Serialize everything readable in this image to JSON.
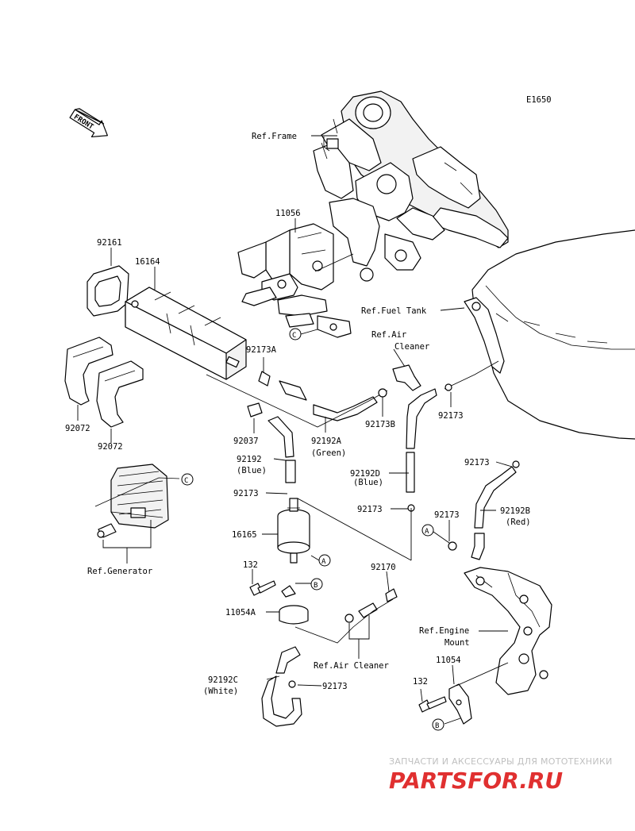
{
  "diagram_id": "E1650",
  "front_marker": "FRONT",
  "callouts": {
    "c_label": "C",
    "a_label": "A",
    "b_label": "B"
  },
  "labels": {
    "ref_frame": "Ref.Frame",
    "p11056": "11056",
    "p92161": "92161",
    "p16164": "16164",
    "ref_fuel_tank": "Ref.Fuel Tank",
    "ref_air_cleaner_top_1": "Ref.Air",
    "ref_air_cleaner_top_2": "Cleaner",
    "p92173A": "92173A",
    "p92173B": "92173B",
    "p92173_right": "92173",
    "p92072_left": "92072",
    "p92072_right": "92072",
    "p92037": "92037",
    "p92192A": "92192A",
    "p92192A_color": "(Green)",
    "p92192": "92192",
    "p92192_color": "(Blue)",
    "p92192D": "92192D",
    "p92192D_color": "(Blue)",
    "p92173_mid_right": "92173",
    "p92173_left": "92173",
    "p92173_center": "92173",
    "p92173_lower": "92173",
    "p92192B": "92192B",
    "p92192B_color": "(Red)",
    "ref_generator": "Ref.Generator",
    "p16165": "16165",
    "p132_left": "132",
    "p92170": "92170",
    "p11054A": "11054A",
    "ref_engine_mount_1": "Ref.Engine",
    "ref_engine_mount_2": "Mount",
    "ref_air_cleaner_bottom": "Ref.Air Cleaner",
    "p11054": "11054",
    "p132_right": "132",
    "p92192C": "92192C",
    "p92192C_color": "(White)",
    "p92173_bottom": "92173"
  },
  "watermark": {
    "tagline": "ЗАПЧАСТИ И АКСЕССУАРЫ ДЛЯ МОТОТЕХНИКИ",
    "brand": "PARTSFOR.RU",
    "brand_color": "#e03030"
  }
}
